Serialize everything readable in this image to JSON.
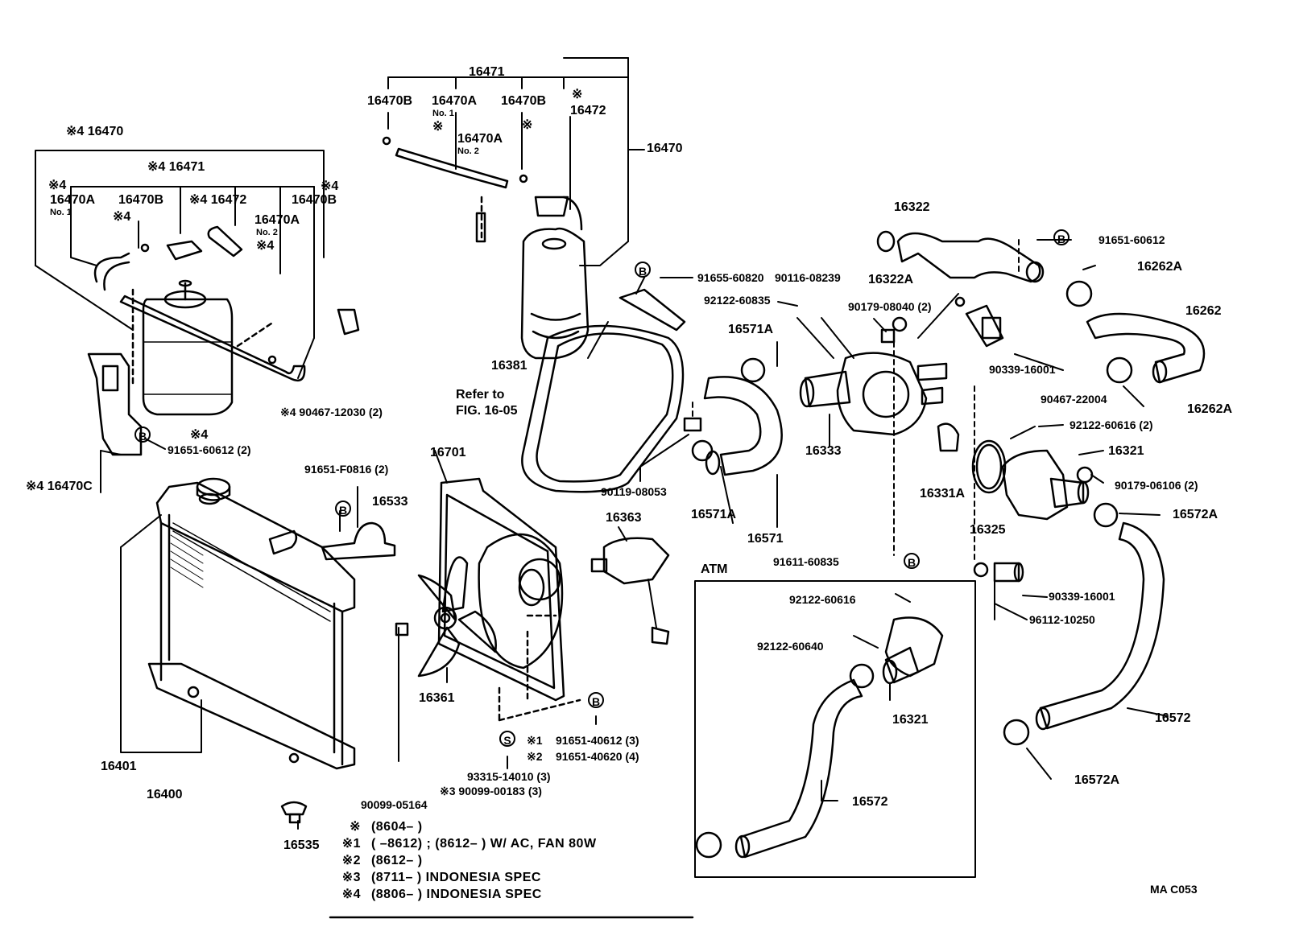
{
  "labels": {
    "p16471_top": "16471",
    "p16470B_a": "16470B",
    "p16470A_a": "16470A",
    "no1_a": "No. 1",
    "star_a": "※",
    "p16470A_b": "16470A",
    "no2_a": "No. 2",
    "star_b": "※",
    "p16470B_b": "16470B",
    "star_c": "※",
    "p16472_a": "16472",
    "p16470_r": "16470",
    "s4_16470": "※4 16470",
    "s4_16471": "※4 16471",
    "s4_a": "※4",
    "p16470A_c": "16470A",
    "no1_b": "No. 1",
    "p16470B_c": "16470B",
    "s4_b": "※4",
    "s4_16472": "※4 16472",
    "s4_c": "※4",
    "p16470B_d": "16470B",
    "p16470A_d": "16470A",
    "no2_b": "No. 2",
    "s4_d": "※4",
    "s4_90467_12030": "※4 90467-12030 (2)",
    "s4_e": "※4",
    "p91651_60612_2": "91651-60612 (2)",
    "s4_16470C": "※4 16470C",
    "p91655_60820": "91655-60820",
    "p16381": "16381",
    "refer_to": "Refer to",
    "fig_16_05": "FIG. 16-05",
    "p90119_08053": "90119-08053",
    "p90116_08239": "90116-08239",
    "p92122_60835": "92122-60835",
    "p90179_08040": "90179-08040 (2)",
    "p16571A_a": "16571A",
    "p16571A_b": "16571A",
    "p16571": "16571",
    "p16333": "16333",
    "p16322": "16322",
    "p16322A": "16322A",
    "p91651_60612": "91651-60612",
    "p16262A_a": "16262A",
    "p16262": "16262",
    "p16262A_b": "16262A",
    "p90339_16001_a": "90339-16001",
    "p90467_22004": "90467-22004",
    "p92122_60616_2": "92122-60616 (2)",
    "p16321_a": "16321",
    "p90179_06106": "90179-06106 (2)",
    "p16572A_a": "16572A",
    "p16331A": "16331A",
    "p16325": "16325",
    "p91611_60835": "91611-60835",
    "p90339_16001_b": "90339-16001",
    "p96112_10250": "96112-10250",
    "p16572_a": "16572",
    "p16572A_b": "16572A",
    "p16701": "16701",
    "p91651_F0816": "91651-F0816 (2)",
    "p16533": "16533",
    "p16363": "16363",
    "p16361": "16361",
    "p91651_40612": "91651-40612 (3)",
    "p91651_40620": "91651-40620 (4)",
    "s1": "※1",
    "s2": "※2",
    "p93315_14010": "93315-14010 (3)",
    "s3_90099_00183": "※3 90099-00183 (3)",
    "p16401": "16401",
    "p16400": "16400",
    "p90099_05164": "90099-05164",
    "p16535": "16535",
    "atm": "ATM",
    "p92122_60616": "92122-60616",
    "p92122_60640": "92122-60640",
    "p16321_b": "16321",
    "p16572_b": "16572",
    "ma_code": "MA C053",
    "circle_b": "B",
    "circle_s": "S"
  },
  "legend": [
    {
      "mark": "※",
      "text": "(8604–          )"
    },
    {
      "mark": "※1",
      "text": "(          –8612) ; (8612–          ) W/ AC, FAN 80W"
    },
    {
      "mark": "※2",
      "text": "(8612–          )"
    },
    {
      "mark": "※3",
      "text": "(8711–          ) INDONESIA SPEC"
    },
    {
      "mark": "※4",
      "text": "(8806–          ) INDONESIA SPEC"
    }
  ]
}
